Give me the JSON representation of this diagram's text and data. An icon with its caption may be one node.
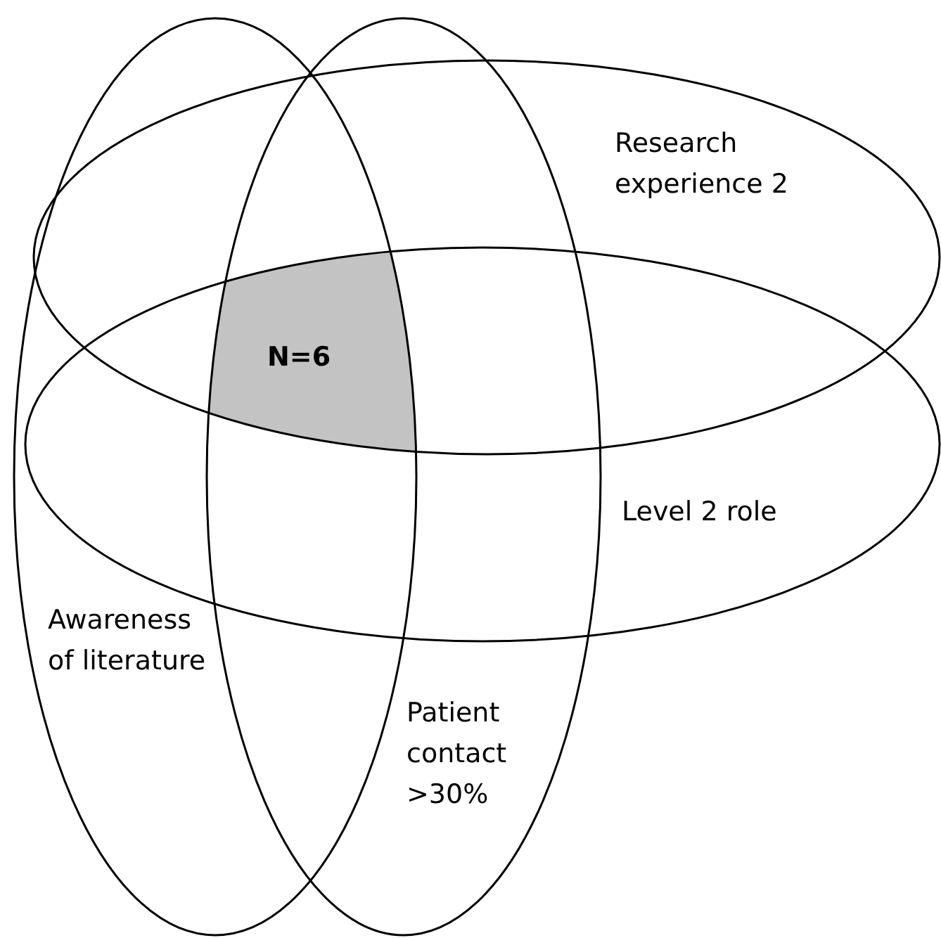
{
  "diagram": {
    "nodes": [
      {
        "text": [
          "Research experience 2"
        ]
      },
      {
        "text": [
          "Level 2 role"
        ]
      },
      {
        "text": [
          "Awareness of literature"
        ]
      },
      {
        "text": [
          "Patient contact >30%"
        ]
      },
      {
        "text": [
          "N=6"
        ]
      }
    ]
  }
}
